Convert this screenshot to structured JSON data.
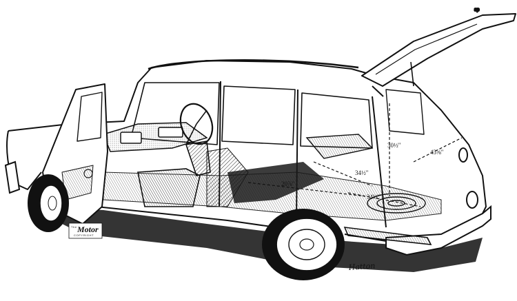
{
  "dimensions": {
    "boot_height": "30½\"",
    "boot_depth_diag": "43⅝\"",
    "rear_width": "34½\"",
    "floor_length": "20⅞\"",
    "boot_width": "34⅛\""
  },
  "artist_signature": "Hatton",
  "logo": {
    "title": "Motor",
    "prefix": "The",
    "sub": "COPYRIGHT"
  },
  "colors": {
    "ink": "#111111",
    "paper": "#ffffff"
  }
}
